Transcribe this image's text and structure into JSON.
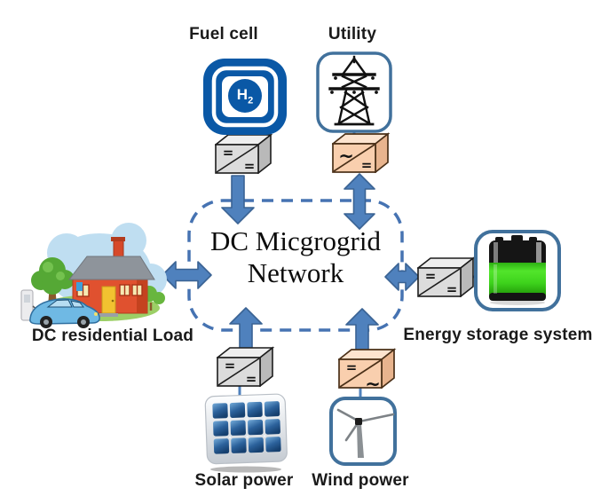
{
  "title": {
    "line1": "DC Micgrogrid",
    "line2": "Network"
  },
  "nodes": {
    "fuel_cell": {
      "label": "Fuel cell",
      "symbol_main": "H",
      "symbol_sub": "2",
      "converter_in": "=",
      "converter_out": "="
    },
    "utility": {
      "label": "Utility",
      "converter_in": "~",
      "converter_out": "="
    },
    "residential_load": {
      "label": "DC residential Load"
    },
    "energy_storage": {
      "label": "Energy storage system",
      "converter_in": "=",
      "converter_out": "="
    },
    "solar": {
      "label": "Solar power",
      "converter_in": "=",
      "converter_out": "="
    },
    "wind": {
      "label": "Wind power",
      "converter_in": "=",
      "converter_out": "~"
    }
  },
  "colors": {
    "arrow": "#4f81bd",
    "arrow_outline": "#3a6394",
    "dashed_border": "#4673b2",
    "node_border": "#41719c",
    "fuel_cell_blue": "#0a58a6",
    "battery_green": "#3bcc1a",
    "converter_gray": "#dcdcdc",
    "converter_peach": "#f9cfae",
    "text": "#1a1a1a"
  }
}
